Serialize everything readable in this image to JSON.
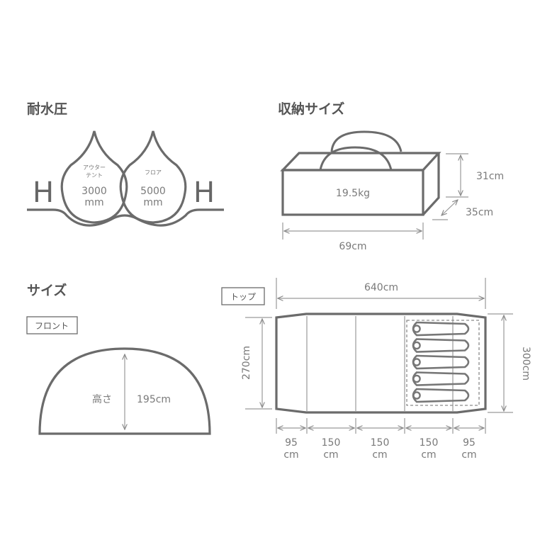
{
  "water": {
    "heading": "耐水圧",
    "left_h": "H",
    "right_h": "H",
    "outer_label_1": "アウター",
    "outer_label_2": "テント",
    "outer_value": "3000",
    "outer_unit": "mm",
    "floor_label": "フロア",
    "floor_value": "5000",
    "floor_unit": "mm"
  },
  "storage": {
    "heading": "収納サイズ",
    "weight": "19.5kg",
    "height": "31cm",
    "depth": "35cm",
    "width": "69cm"
  },
  "size": {
    "heading": "サイズ",
    "front_tag": "フロント",
    "height_label": "高さ",
    "height_value": "195cm",
    "top_tag": "トップ",
    "total_length": "640cm",
    "inner_width": "270cm",
    "outer_width": "300cm",
    "segments": [
      {
        "value": "95",
        "unit": "cm"
      },
      {
        "value": "150",
        "unit": "cm"
      },
      {
        "value": "150",
        "unit": "cm"
      },
      {
        "value": "150",
        "unit": "cm"
      },
      {
        "value": "95",
        "unit": "cm"
      }
    ],
    "sleeping_bag_count": 5
  }
}
